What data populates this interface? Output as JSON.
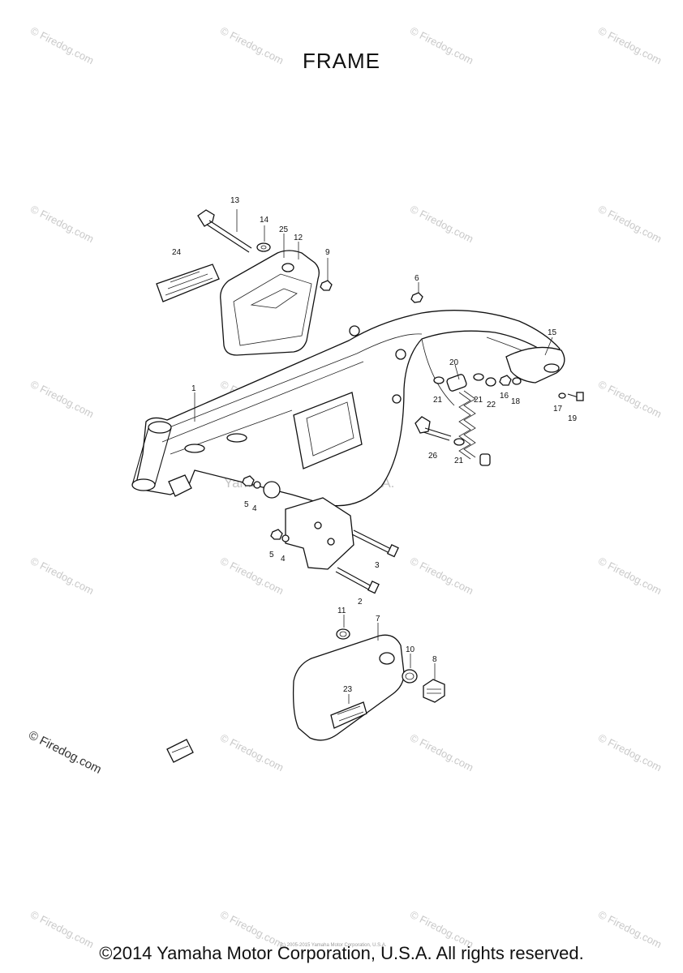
{
  "title": "FRAME",
  "watermark": "© Firedog.com",
  "center_watermark": "Yamaha Motor Corp, U.S.A.",
  "tiny_footer": "(c) 2005-2015 Yamaha Motor Corporation, U.S.A.",
  "footer": "©2014 Yamaha Motor Corporation, U.S.A. All rights reserved.",
  "callouts": {
    "c1": "1",
    "c2": "2",
    "c3": "3",
    "c4a": "4",
    "c4b": "4",
    "c5a": "5",
    "c5b": "5",
    "c6": "6",
    "c7": "7",
    "c8": "8",
    "c9": "9",
    "c10": "10",
    "c11": "11",
    "c12": "12",
    "c13": "13",
    "c14": "14",
    "c15": "15",
    "c16": "16",
    "c17": "17",
    "c18": "18",
    "c19": "19",
    "c20": "20",
    "c21a": "21",
    "c21b": "21",
    "c21c": "21",
    "c22": "22",
    "c23": "23",
    "c24": "24",
    "c25": "25",
    "c26": "26"
  }
}
